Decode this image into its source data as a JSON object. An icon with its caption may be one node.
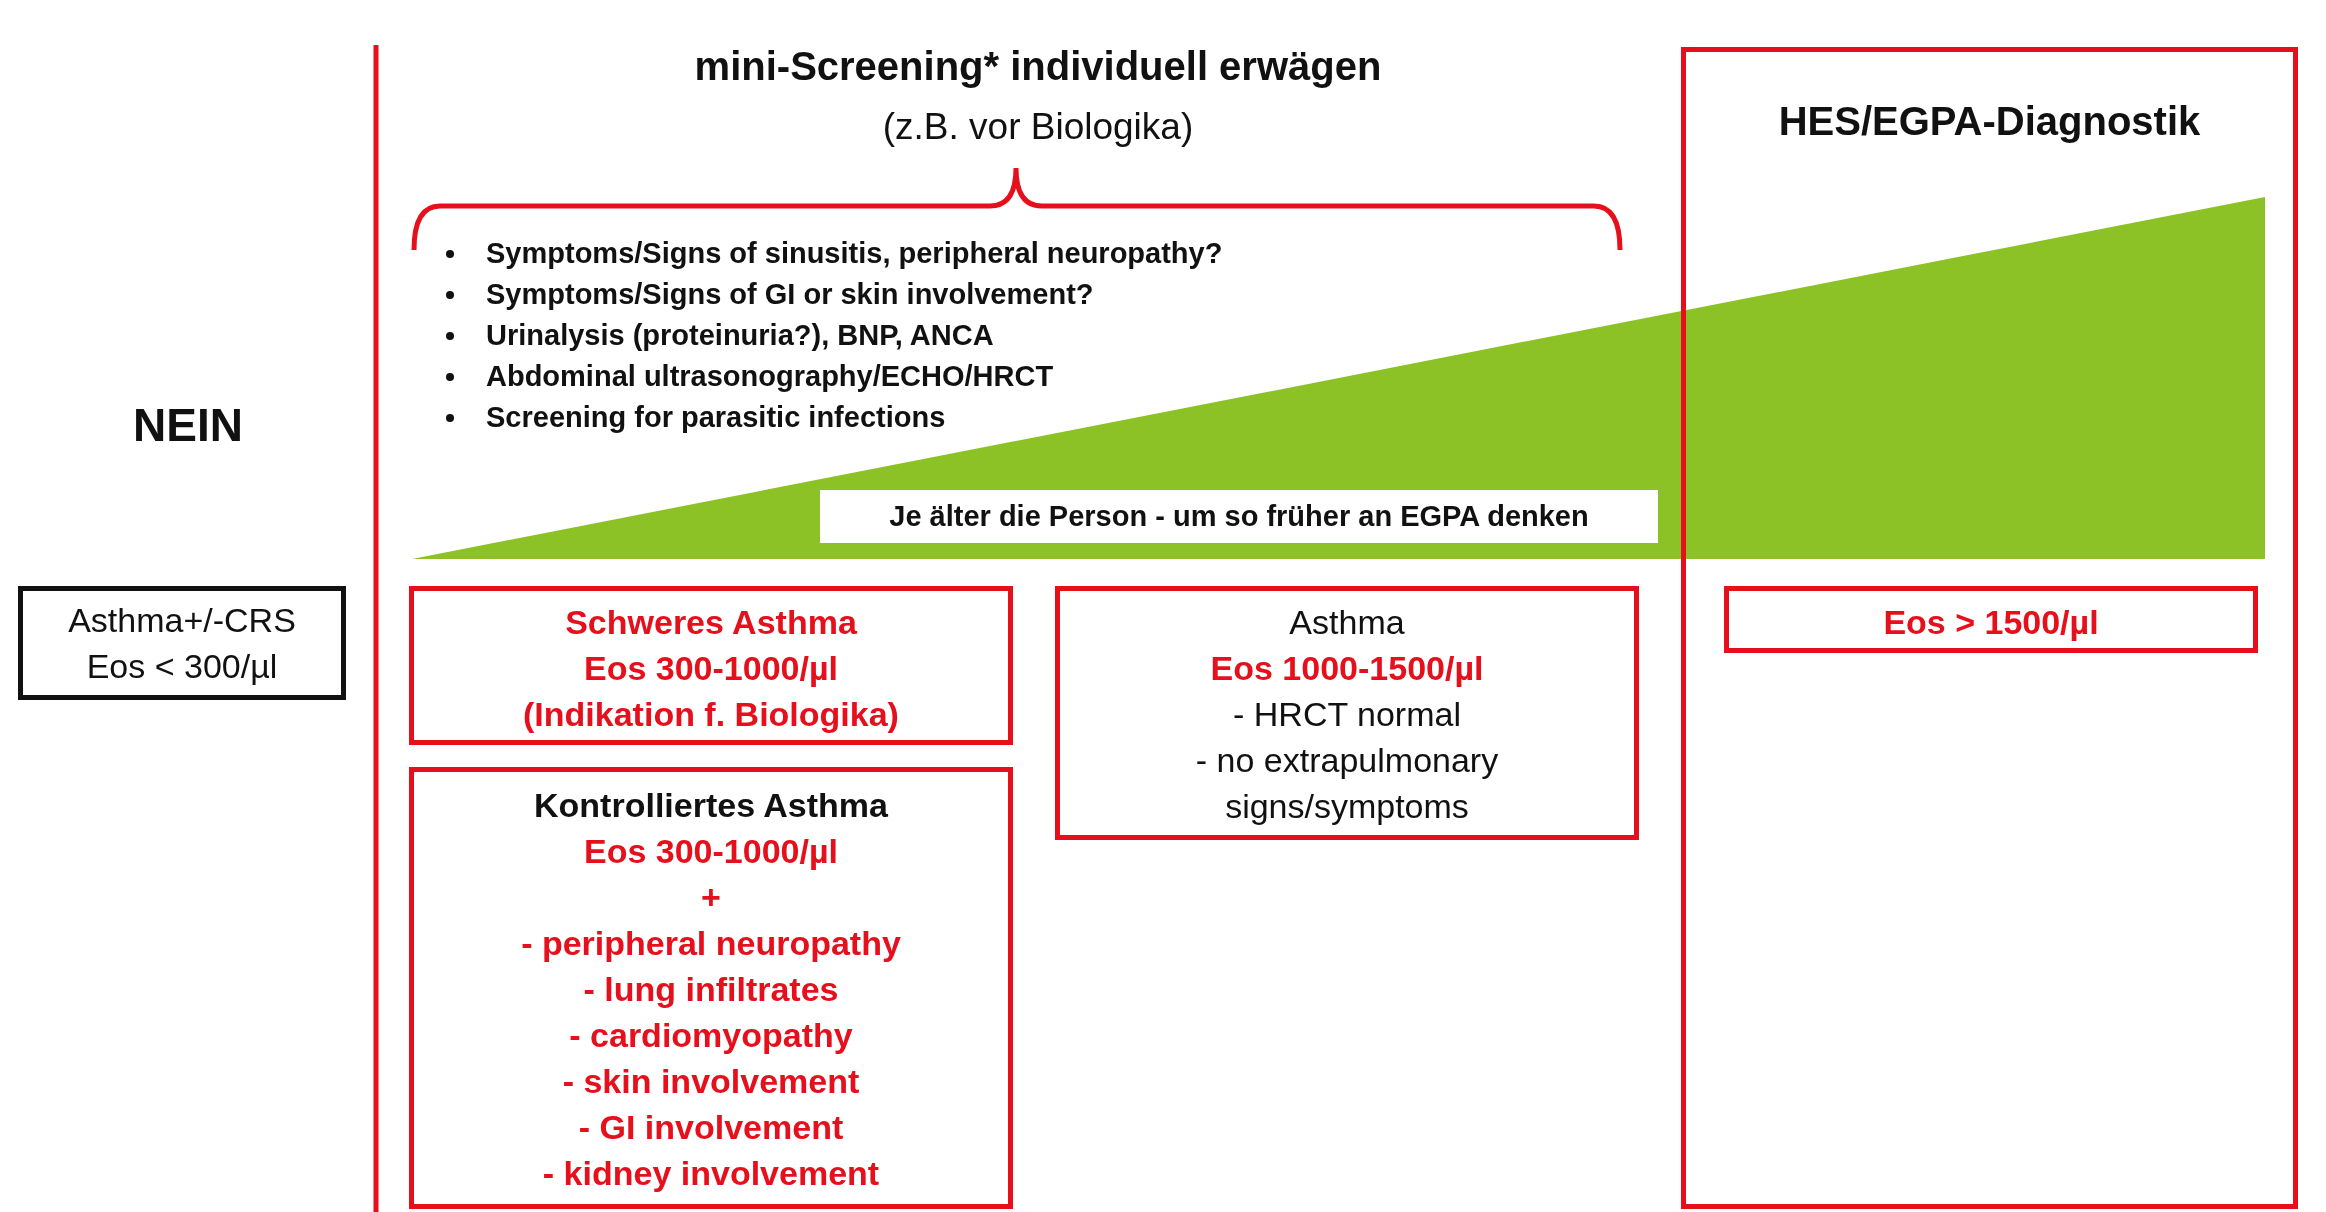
{
  "diagram": {
    "title": "mini-Screening* individuell erwägen",
    "nodes": [
      {
        "text": [
          "Asthma+/-CRS",
          "Eos < 300/µl"
        ]
      },
      {
        "text": [
          "Schweres Asthma",
          "Eos 300-1000/µl",
          "(Indikation f. Biologika)"
        ]
      },
      {
        "text": [
          "Kontrolliertes Asthma",
          "Eos 300-1000/µl",
          "+",
          "- peripheral neuropathy",
          "- lung infiltrates",
          "- cardiomyopathy",
          "- skin involvement",
          "- GI involvement",
          "- kidney involvement"
        ]
      },
      {
        "text": [
          "Asthma",
          "Eos 1000-1500/µl",
          "- HRCT normal",
          "- no extrapulmonary signs/symptoms"
        ]
      },
      {
        "text": [
          "Je älter die Person - um so früher an EGPA denken"
        ]
      },
      {
        "text": [
          "HES/EGPA-Diagnostik"
        ]
      },
      {
        "text": [
          "Eos > 1500/µl"
        ],
        "in": 5
      }
    ],
    "labels": [
      "(z.B. vor Biologika)",
      "Symptoms/Signs of sinusitis, peripheral neuropathy?",
      "Symptoms/Signs of GI or skin involvement?",
      "Urinalysis (proteinuria?), BNP, ANCA",
      "Abdominal ultrasonography/ECHO/HRCT",
      "Screening for parasitic infections",
      "NEIN"
    ]
  }
}
